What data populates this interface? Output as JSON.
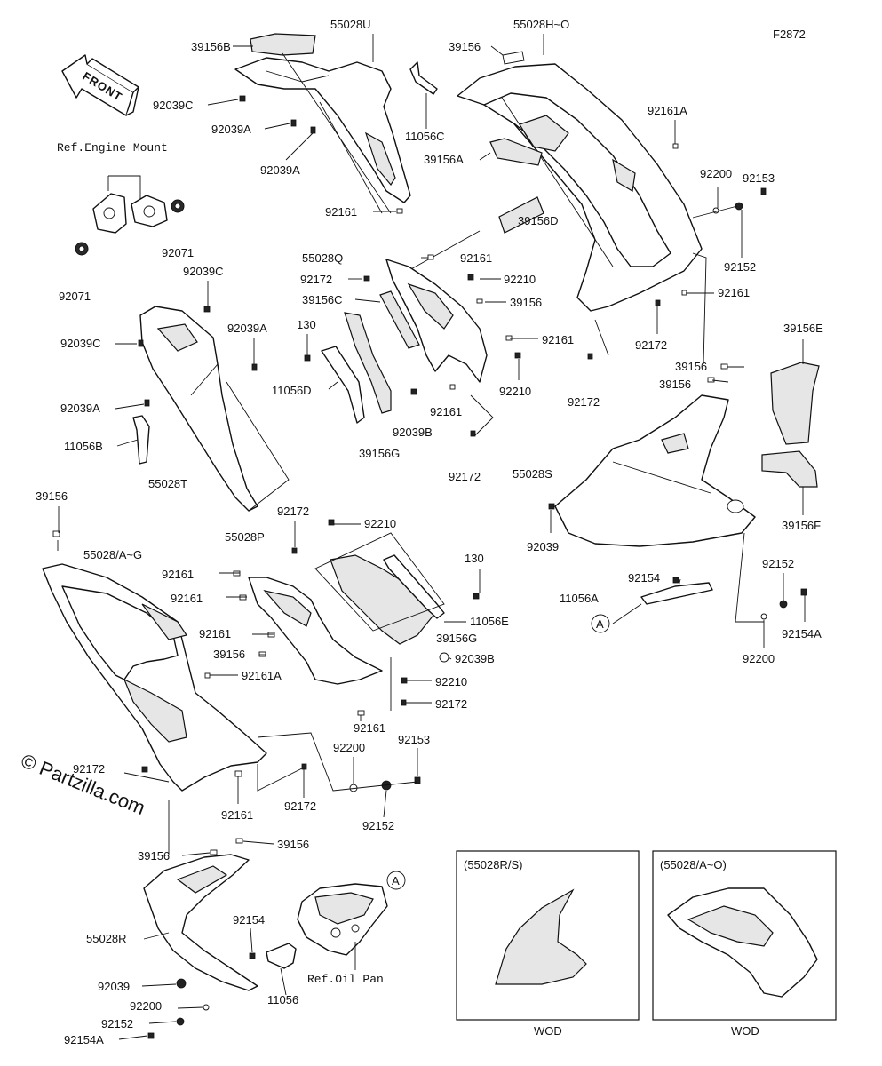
{
  "figure_code": "F2872",
  "front_arrow_label": "FRONT",
  "copyright": "© Partzilla.com",
  "refs": {
    "engine_mount": "Ref.Engine Mount",
    "oil_pan": "Ref.Oil Pan"
  },
  "callout_letter": "A",
  "insets": [
    {
      "title": "(55028R/S)",
      "caption": "WOD"
    },
    {
      "title": "(55028/A~O)",
      "caption": "WOD"
    }
  ],
  "labels": {
    "l_39156B": "39156B",
    "l_55028U": "55028U",
    "l_55028HO": "55028H~O",
    "l_39156_top": "39156",
    "l_92039C_a": "92039C",
    "l_92039A_a": "92039A",
    "l_92039A_b": "92039A",
    "l_11056C": "11056C",
    "l_92161A_top": "92161A",
    "l_39156A": "39156A",
    "l_92071_a": "92071",
    "l_92071_b": "92071",
    "l_92200_top": "92200",
    "l_92153_top": "92153",
    "l_92152_top": "92152",
    "l_92161_a": "92161",
    "l_39156D": "39156D",
    "l_55028Q": "55028Q",
    "l_92161_b": "92161",
    "l_92210_a": "92210",
    "l_92172_a": "92172",
    "l_39156C": "39156C",
    "l_39156_mid": "39156",
    "l_92039C_b": "92039C",
    "l_92039C_c": "92039C",
    "l_92039A_c": "92039A",
    "l_130_a": "130",
    "l_92161_c": "92161",
    "l_92161_right": "92161",
    "l_92172_b": "92172",
    "l_92210_b": "92210",
    "l_11056D": "11056D",
    "l_92039A_d": "92039A",
    "l_92161_d": "92161",
    "l_92039B_a": "92039B",
    "l_92172_c": "92172",
    "l_39156E": "39156E",
    "l_39156_r1": "39156",
    "l_39156_r2": "39156",
    "l_11056B": "11056B",
    "l_39156G_a": "39156G",
    "l_92172_d": "92172",
    "l_55028T": "55028T",
    "l_55028S": "55028S",
    "l_39156F": "39156F",
    "l_39156_left": "39156",
    "l_92172_e": "92172",
    "l_92210_c": "92210",
    "l_92039_a": "92039",
    "l_55028P": "55028P",
    "l_55028AG": "55028/A~G",
    "l_130_b": "130",
    "l_92161_e": "92161",
    "l_92154_a": "92154",
    "l_92152_b": "92152",
    "l_92161_f": "92161",
    "l_11056E": "11056E",
    "l_11056A": "11056A",
    "l_92154A_a": "92154A",
    "l_92161_g": "92161",
    "l_39156G_b": "39156G",
    "l_39156_low": "39156",
    "l_92039B_b": "92039B",
    "l_92200_mid": "92200",
    "l_92161A_low": "92161A",
    "l_92210_d": "92210",
    "l_92172_f": "92172",
    "l_92161_h": "92161",
    "l_92200_low": "92200",
    "l_92153_low": "92153",
    "l_92172_g": "92172",
    "l_92161_i": "92161",
    "l_92172_h": "92172",
    "l_92152_low": "92152",
    "l_39156_b1": "39156",
    "l_39156_b2": "39156",
    "l_92154_b": "92154",
    "l_55028R": "55028R",
    "l_92039_b": "92039",
    "l_11056": "11056",
    "l_92200_bot": "92200",
    "l_92152_bot": "92152",
    "l_92154A_bot": "92154A"
  }
}
